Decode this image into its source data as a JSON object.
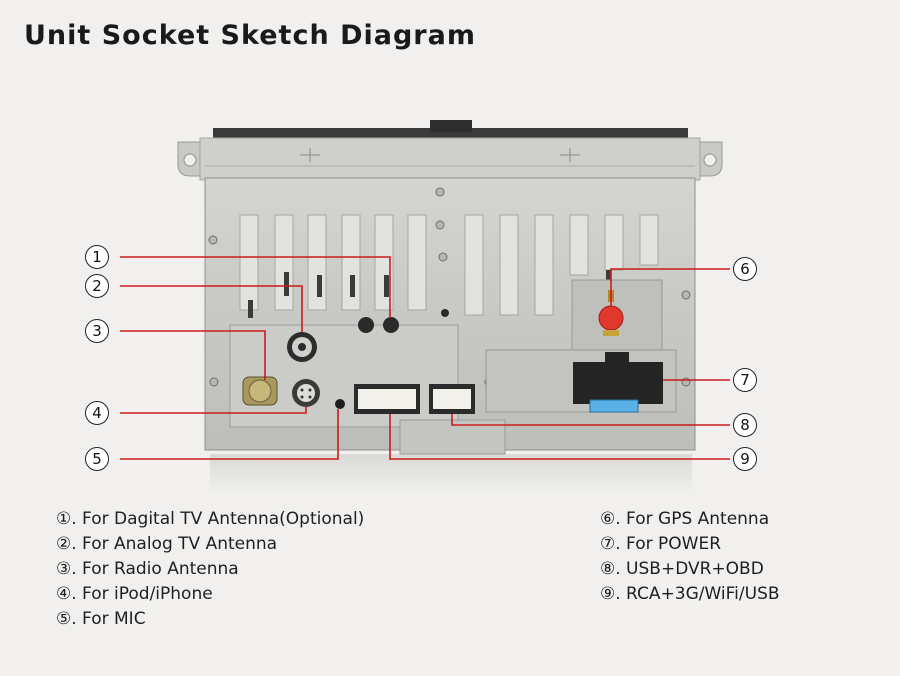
{
  "title": "Unit Socket Sketch Diagram",
  "markers": [
    "1",
    "2",
    "3",
    "4",
    "5",
    "6",
    "7",
    "8",
    "9"
  ],
  "legend_left": [
    "①. For Dagital TV Antenna(Optional)",
    "②. For Analog TV Antenna",
    "③. For Radio Antenna",
    "④. For iPod/iPhone",
    "⑤. For MIC"
  ],
  "legend_right": [
    "⑥. For GPS Antenna",
    "⑦. For POWER",
    "⑧. USB+DVR+OBD",
    "⑨. RCA+3G/WiFi/USB"
  ],
  "colors": {
    "leader_line": "#cc1b1b",
    "chassis": "#c6c6c3",
    "gps_connector": "#e2382b",
    "fuse": "#58b2e8"
  }
}
